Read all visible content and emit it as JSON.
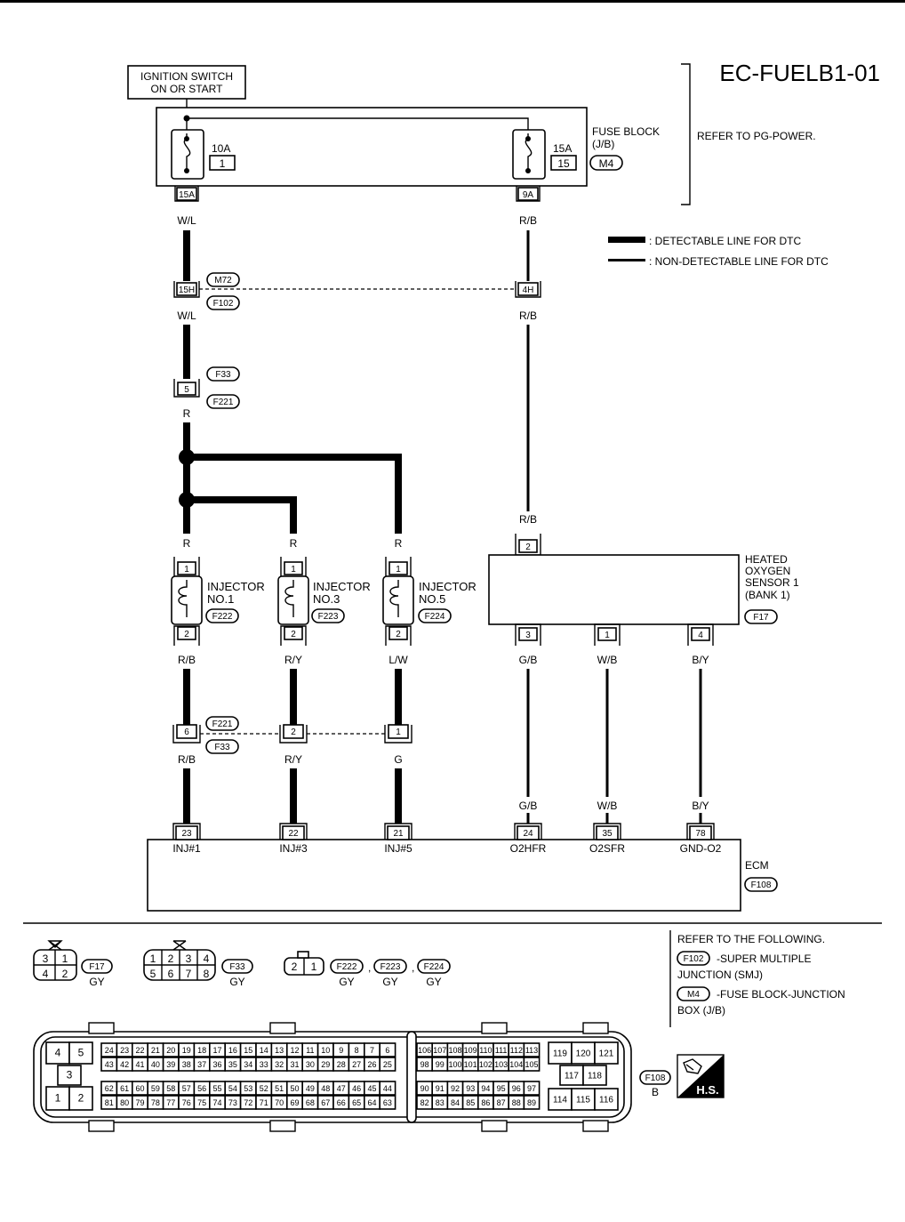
{
  "diagram_id": "EC-FUELB1-01",
  "ignition": {
    "line1": "IGNITION SWITCH",
    "line2": "ON OR START"
  },
  "fuse_block": {
    "label1": "FUSE BLOCK",
    "label2": "(J/B)",
    "connector": "M4",
    "refer": "REFER TO PG-POWER.",
    "fuse_left": {
      "amp": "10A",
      "num": "1",
      "terminal": "15A"
    },
    "fuse_right": {
      "amp": "15A",
      "num": "15",
      "terminal": "9A"
    }
  },
  "legend": {
    "detectable": ": DETECTABLE LINE FOR DTC",
    "non_detectable": ": NON-DETECTABLE LINE FOR DTC"
  },
  "wire_colors": {
    "wl": "W/L",
    "rb": "R/B",
    "r": "R",
    "ry": "R/Y",
    "lw": "L/W",
    "g": "G",
    "gb": "G/B",
    "wb": "W/B",
    "by": "B/Y"
  },
  "joint_m72": {
    "connector_top": "M72",
    "connector_bottom": "F102",
    "pin_left": "15H",
    "pin_right": "4H"
  },
  "joint_f33_top": {
    "connector_top": "F33",
    "connector_bottom": "F221",
    "pin": "5"
  },
  "joint_f221": {
    "connector_top": "F221",
    "connector_bottom": "F33",
    "pins": [
      "6",
      "2",
      "1"
    ]
  },
  "injectors": [
    {
      "name": "INJECTOR",
      "no": "NO.1",
      "connector": "F222",
      "pin_top": "1",
      "pin_bottom": "2"
    },
    {
      "name": "INJECTOR",
      "no": "NO.3",
      "connector": "F223",
      "pin_top": "1",
      "pin_bottom": "2"
    },
    {
      "name": "INJECTOR",
      "no": "NO.5",
      "connector": "F224",
      "pin_top": "1",
      "pin_bottom": "2"
    }
  ],
  "o2_sensor": {
    "lines": [
      "HEATED",
      "OXYGEN",
      "SENSOR 1",
      "(BANK 1)"
    ],
    "connector": "F17",
    "pin_top": "2",
    "pins_bottom": [
      "3",
      "1",
      "4"
    ]
  },
  "ecm": {
    "label": "ECM",
    "connector": "F108",
    "pins": [
      "23",
      "22",
      "21",
      "24",
      "35",
      "78"
    ],
    "signals": [
      "INJ#1",
      "INJ#3",
      "INJ#5",
      "O2HFR",
      "O2SFR",
      "GND-O2"
    ]
  },
  "connectors_views": {
    "f17": {
      "label": "F17",
      "color": "GY",
      "pins_top": [
        "3",
        "1"
      ],
      "pins_bottom": [
        "4",
        "2"
      ]
    },
    "f33": {
      "label": "F33",
      "color": "GY",
      "pins_top": [
        "1",
        "2",
        "3",
        "4"
      ],
      "pins_bottom": [
        "5",
        "6",
        "7",
        "8"
      ]
    },
    "inj": {
      "labels": [
        "F222",
        "F223",
        "F224"
      ],
      "color": "GY",
      "pins": [
        "2",
        "1"
      ],
      "sep": ","
    },
    "f108": {
      "label": "F108",
      "color": "B"
    }
  },
  "refer_following": {
    "title": "REFER TO THE FOLLOWING.",
    "item1_conn": "F102",
    "item1_text": "-SUPER MULTIPLE",
    "item1_text2": "JUNCTION (SMJ)",
    "item2_conn": "M4",
    "item2_text": "-FUSE BLOCK-JUNCTION",
    "item2_text2": "BOX (J/B)"
  },
  "ecm_pins": {
    "left": {
      "r1": [
        "4",
        "5"
      ],
      "mid": "3",
      "r2": [
        "1",
        "2"
      ]
    },
    "a_row1": [
      "24",
      "23",
      "22",
      "21",
      "20",
      "19",
      "18",
      "17",
      "16",
      "15",
      "14",
      "13",
      "12",
      "11",
      "10",
      "9",
      "8",
      "7",
      "6"
    ],
    "a_row2": [
      "43",
      "42",
      "41",
      "40",
      "39",
      "38",
      "37",
      "36",
      "35",
      "34",
      "33",
      "32",
      "31",
      "30",
      "29",
      "28",
      "27",
      "26",
      "25"
    ],
    "a_row3": [
      "62",
      "61",
      "60",
      "59",
      "58",
      "57",
      "56",
      "55",
      "54",
      "53",
      "52",
      "51",
      "50",
      "49",
      "48",
      "47",
      "46",
      "45",
      "44"
    ],
    "a_row4": [
      "81",
      "80",
      "79",
      "78",
      "77",
      "76",
      "75",
      "74",
      "73",
      "72",
      "71",
      "70",
      "69",
      "68",
      "67",
      "66",
      "65",
      "64",
      "63"
    ],
    "b_row1": [
      "106",
      "107",
      "108",
      "109",
      "110",
      "111",
      "112",
      "113"
    ],
    "b_row2": [
      "98",
      "99",
      "100",
      "101",
      "102",
      "103",
      "104",
      "105"
    ],
    "b_row3": [
      "90",
      "91",
      "92",
      "93",
      "94",
      "95",
      "96",
      "97"
    ],
    "b_row4": [
      "82",
      "83",
      "84",
      "85",
      "86",
      "87",
      "88",
      "89"
    ],
    "c_row1": [
      "119",
      "120",
      "121"
    ],
    "c_row2": [
      "117",
      "118"
    ],
    "c_row3": [
      "114",
      "115",
      "116"
    ]
  },
  "hs_label": "H.S."
}
